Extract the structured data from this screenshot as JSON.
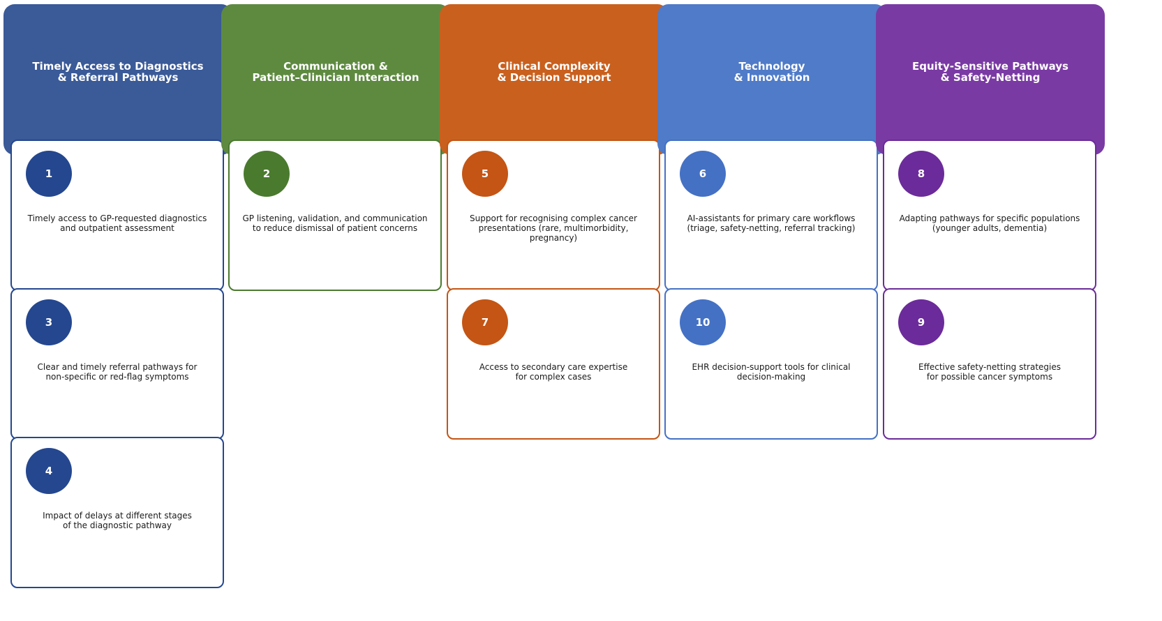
{
  "columns": [
    {
      "title": "Timely Access to Diagnostics\n& Referral Pathways",
      "header_color": "#3a5a98",
      "accent_color": "#24478f",
      "cards": [
        {
          "number": "1",
          "text": "Timely access to GP-requested diagnostics\nand outpatient assessment"
        },
        {
          "number": "3",
          "text": "Clear and timely referral pathways for\nnon-specific or red-flag symptoms"
        },
        {
          "number": "4",
          "text": "Impact of delays at different stages\nof the diagnostic pathway"
        }
      ]
    },
    {
      "title": "Communication &\nPatient–Clinician Interaction",
      "header_color": "#5e8a40",
      "accent_color": "#4a7a2e",
      "cards": [
        {
          "number": "2",
          "text": "GP listening, validation, and communication\nto reduce dismissal of patient concerns"
        }
      ]
    },
    {
      "title": "Clinical Complexity\n& Decision Support",
      "header_color": "#c9601e",
      "accent_color": "#c45514",
      "cards": [
        {
          "number": "5",
          "text": "Support for recognising complex cancer\npresentations (rare, multimorbidity, pregnancy)"
        },
        {
          "number": "7",
          "text": "Access to secondary care expertise\nfor complex cases"
        }
      ]
    },
    {
      "title": "Technology\n& Innovation",
      "header_color": "#4f7bc8",
      "accent_color": "#4471c4",
      "cards": [
        {
          "number": "6",
          "text": "AI-assistants for primary care workflows\n(triage, safety-netting, referral tracking)"
        },
        {
          "number": "10",
          "text": "EHR decision-support tools for clinical\ndecision-making"
        }
      ]
    },
    {
      "title": "Equity-Sensitive Pathways\n& Safety-Netting",
      "header_color": "#7a3aa4",
      "accent_color": "#6b2b9a",
      "cards": [
        {
          "number": "8",
          "text": "Adapting pathways for specific populations\n(younger adults, dementia)"
        },
        {
          "number": "9",
          "text": "Effective safety-netting strategies\nfor possible cancer symptoms"
        }
      ]
    }
  ]
}
